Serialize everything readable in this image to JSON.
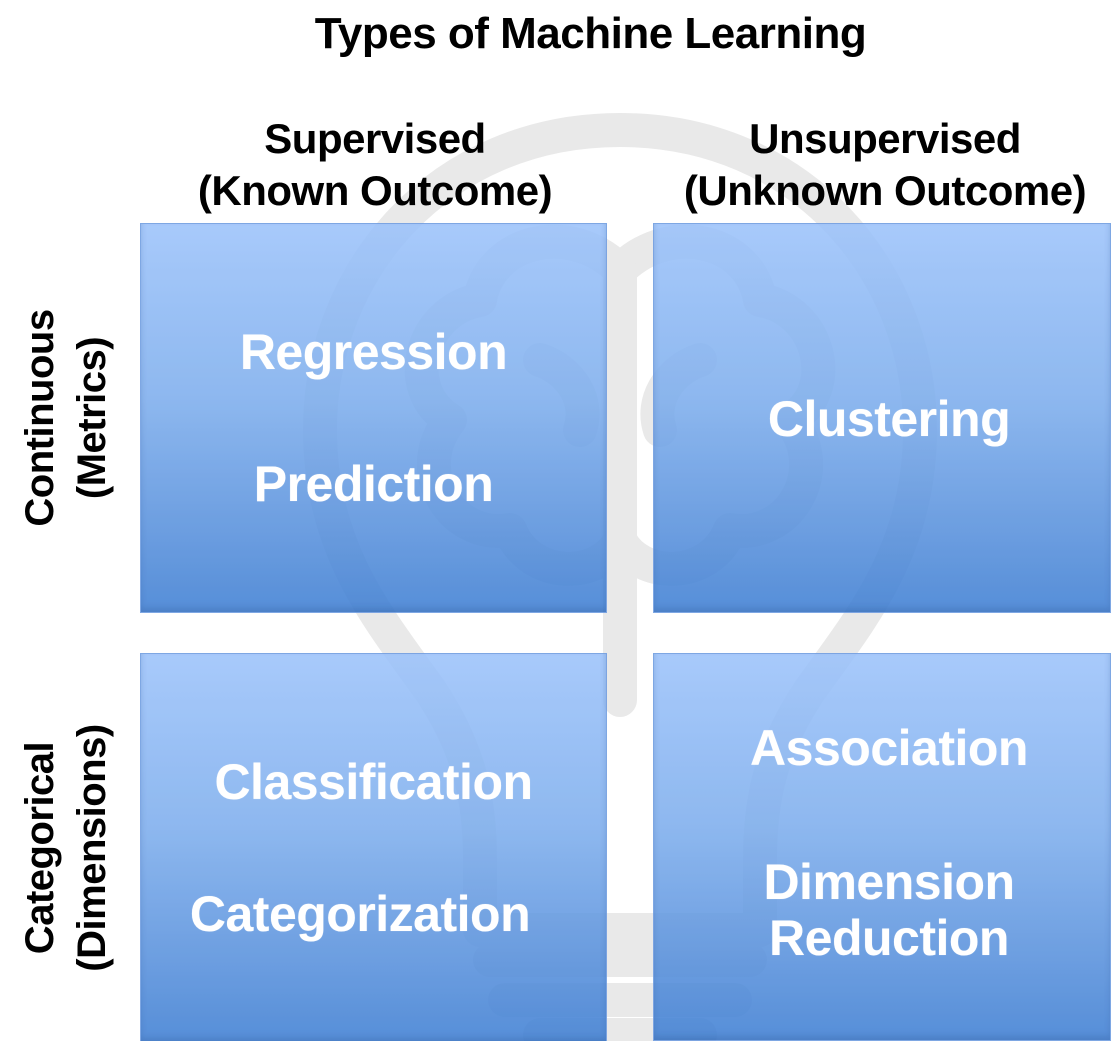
{
  "title": "Types of Machine Learning",
  "columns": [
    {
      "line1": "Supervised",
      "line2": "(Known Outcome)"
    },
    {
      "line1": "Unsupervised",
      "line2": "(Unknown Outcome)"
    }
  ],
  "rows": [
    {
      "line1": "Continuous",
      "line2": "(Metrics)"
    },
    {
      "line1": "Categorical",
      "line2": "(Dimensions)"
    }
  ],
  "cells": {
    "supervised_continuous": [
      "Regression",
      "Prediction"
    ],
    "unsupervised_continuous": [
      "Clustering"
    ],
    "supervised_categorical": [
      "Classification",
      "Categorization"
    ],
    "unsupervised_categorical": {
      "item1": "Association",
      "item2_line1": "Dimension",
      "item2_line2": "Reduction"
    }
  },
  "colors": {
    "box_top": "#9cc3fb",
    "box_bottom": "#3f7fd3",
    "label_text": "#ffffff",
    "heading_text": "#000000",
    "watermark": "#e9e9e9"
  },
  "watermark_icon": "lightbulb-brain-icon"
}
